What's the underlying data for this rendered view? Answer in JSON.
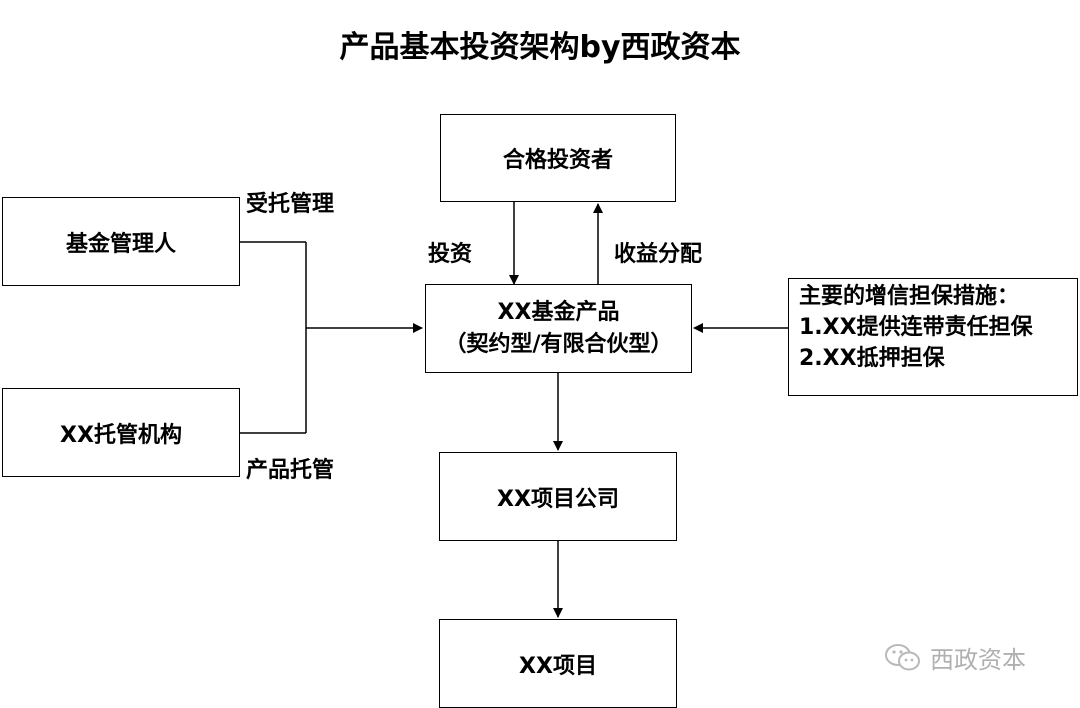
{
  "title": "产品基本投资架构by西政资本",
  "nodes": {
    "investors": "合格投资者",
    "manager": "基金管理人",
    "custodian": "XX托管机构",
    "fund_line1": "XX基金产品",
    "fund_line2": "（契约型/有限合伙型）",
    "company": "XX项目公司",
    "project": "XX项目"
  },
  "credit_measures": {
    "heading": "主要的增信担保措施：",
    "items": [
      "1.XX提供连带责任担保",
      "2.XX抵押担保"
    ]
  },
  "edge_labels": {
    "entrusted_management": "受托管理",
    "product_custody": "产品托管",
    "invest": "投资",
    "income_distribution": "收益分配"
  },
  "watermark": "西政资本"
}
